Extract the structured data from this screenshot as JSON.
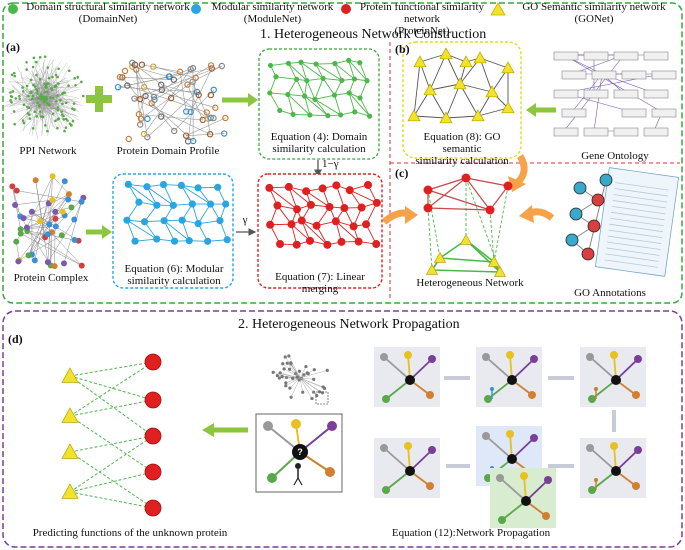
{
  "legend": [
    {
      "line1": "Domain structural similarity network",
      "line2": "(DomainNet)",
      "color": "#4db84a",
      "shape": "circle"
    },
    {
      "line1": "Modular similarity network",
      "line2": "(ModuleNet)",
      "color": "#29a5e0",
      "shape": "circle"
    },
    {
      "line1": "Protein functional similarity network",
      "line2": "(ProteinNet)",
      "color": "#e02020",
      "shape": "circle"
    },
    {
      "line1": "GO Semantic similarity network",
      "line2": "(GONet)",
      "color": "#f2e22a",
      "shape": "triangle"
    }
  ],
  "section1": {
    "title": "1. Heterogeneous Network Construction",
    "letter_a": "(a)",
    "letter_b": "(b)",
    "letter_c": "(c)",
    "ppi_network": "PPI Network",
    "plus": "+",
    "protein_domain_profile": "Protein Domain Profile",
    "eq4_line1": "Equation (4): Domain",
    "eq4_line2": "similarity calculation",
    "eq8_line1": "Equation (8): GO semantic",
    "eq8_line2": "similarity calculation",
    "gene_ontology": "Gene Ontology",
    "one_minus_gamma": "1−γ",
    "gamma": "γ",
    "protein_complex": "Protein Complex",
    "eq6_line1": "Equation (6): Modular",
    "eq6_line2": "similarity calculation",
    "eq7": "Equation (7): Linear merging",
    "heterogeneous_network": "Heterogeneous Network",
    "go_annotations": "GO Annotations"
  },
  "section2": {
    "title": "2. Heterogeneous Network Propagation",
    "letter_d": "(d)",
    "predicting": "Predicting functions of the unknown protein",
    "eq12": "Equation (12):Network Propagation",
    "unknown_mark": "?"
  },
  "colors": {
    "green_border": "#3aa63a",
    "purple_border": "#7a3d98",
    "red_dash": "#d83030",
    "arrow_green": "#8cc63f",
    "arrow_orange": "#f5a34a",
    "domain_green": "#4db84a",
    "module_blue": "#29a5e0",
    "protein_red": "#e02020",
    "go_yellow": "#f2e22a"
  }
}
